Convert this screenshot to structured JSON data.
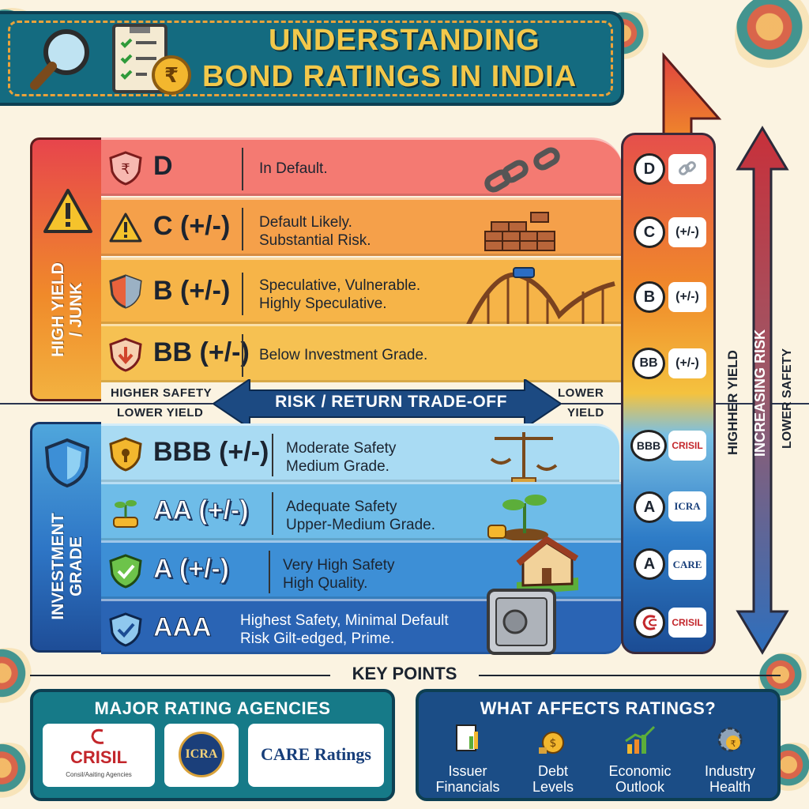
{
  "header": {
    "title_line1": "UNDERSTANDING",
    "title_line2": "BOND RATINGS IN INDIA",
    "rupee_symbol": "₹"
  },
  "sections": {
    "high_yield_label_1": "HIGH YIELD",
    "high_yield_label_2": "/ JUNK",
    "investment_label_1": "INVESTMENT",
    "investment_label_2": "GRADE"
  },
  "ratings": [
    {
      "grade": "D",
      "desc1": "In Default.",
      "desc2": "",
      "color": "#f47a72"
    },
    {
      "grade": "C (+/-)",
      "desc1": "Default Likely.",
      "desc2": "Substantial Risk.",
      "color": "#f5a04a"
    },
    {
      "grade": "B (+/-)",
      "desc1": "Speculative, Vulnerable.",
      "desc2": "Highly Speculative.",
      "color": "#f6b448"
    },
    {
      "grade": "BB (+/-)",
      "desc1": "Below Investment Grade.",
      "desc2": "",
      "color": "#f6c152"
    },
    {
      "grade": "BBB (+/-)",
      "desc1": "Moderate Safety",
      "desc2": "Medium Grade.",
      "color": "#a9dbf3"
    },
    {
      "grade": "AA (+/-)",
      "desc1": "Adequate Safety",
      "desc2": "Upper-Medium Grade.",
      "color": "#6ebce8"
    },
    {
      "grade": "A (+/-)",
      "desc1": "Very High Safety",
      "desc2": "High Quality.",
      "color": "#3d8fd6"
    },
    {
      "grade": "AAA",
      "desc1": "Highest Safety, Minimal Default",
      "desc2": "Risk Gilt-edged, Prime.",
      "color": "#2a64b4"
    }
  ],
  "tradeoff": {
    "label": "RISK / RETURN TRADE-OFF",
    "left_top": "HIGHER SAFETY",
    "left_bottom": "LOWER YIELD",
    "right_top": "LOWER",
    "right_bottom": "YIELD"
  },
  "right_column": [
    {
      "pill": "D",
      "tag": ""
    },
    {
      "pill": "C",
      "tag": "(+/-)"
    },
    {
      "pill": "B",
      "tag": "(+/-)"
    },
    {
      "pill": "BB",
      "tag": "(+/-)"
    },
    {
      "pill": "BBB",
      "tag": "CRISIL"
    },
    {
      "pill": "A",
      "tag": "ICRA"
    },
    {
      "pill": "A",
      "tag": "CARE"
    },
    {
      "pill": "",
      "tag": "CRISIL"
    }
  ],
  "side_labels": {
    "higher_yield": "HIGHHER YIELD",
    "increasing_risk": "INCREASING RISK",
    "lower_safety": "LOWER SAFETY"
  },
  "key_points": {
    "title": "KEY POINTS",
    "agencies_title": "MAJOR RATING AGENCIES",
    "crisil_name": "CRISIL",
    "crisil_sub": "Consil/Aaiting Agencies",
    "icra_name": "ICRA",
    "care_name": "CARE Ratings",
    "factors_title": "WHAT AFFECTS RATINGS?",
    "factors": [
      {
        "line1": "Issuer",
        "line2": "Financials"
      },
      {
        "line1": "Debt",
        "line2": "Levels"
      },
      {
        "line1": "Economic",
        "line2": "Outlook"
      },
      {
        "line1": "Industry",
        "line2": "Health"
      }
    ]
  },
  "colors": {
    "header_bg": "#146b80",
    "header_text": "#f2c84b",
    "junk_red": "#e7454c",
    "investment_blue": "#2e76c6"
  }
}
